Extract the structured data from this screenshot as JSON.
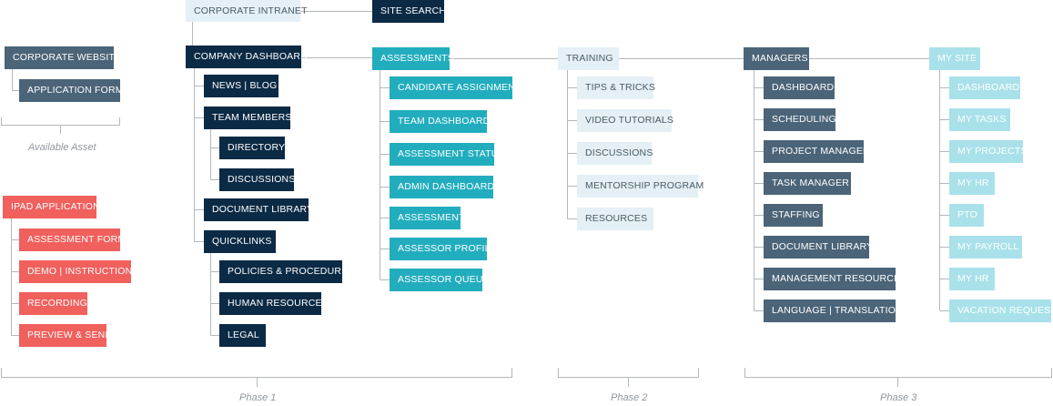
{
  "colors": {
    "navy": "#0b2a45",
    "slate": "#4b6478",
    "coral": "#f0605d",
    "teal": "#22adbe",
    "pale": "#e4f0f5",
    "cyan": "#a9e1ea",
    "line": "#b3b8bc"
  },
  "nodes": {
    "corporate_intranet": "CORPORATE INTRANET",
    "site_search": "SITE SEARCH",
    "corporate_website": "CORPORATE WEBSITE",
    "application_form": "APPLICATION FORM",
    "ipad_application": "IPAD APPLICATION",
    "assessment_form": "ASSESSMENT FORM",
    "demo_instructions": "DEMO | INSTRUCTIONS",
    "recording": "RECORDING",
    "preview_send": "PREVIEW & SEND",
    "company_dashboard": "COMPANY DASHBOARD",
    "news_blog": "NEWS | BLOG",
    "team_members": "TEAM MEMBERS",
    "directory": "DIRECTORY",
    "discussions_team": "DISCUSSIONS",
    "document_library_company": "DOCUMENT LIBRARY",
    "quicklinks": "QUICKLINKS",
    "policies_procedures": "POLICIES & PROCEDURES",
    "human_resources": "HUMAN RESOURCES",
    "legal": "LEGAL",
    "assessments": "ASSESSMENTS",
    "candidate_assignment": "CANDIDATE ASSIGNMENT",
    "team_dashboard": "TEAM DASHBOARD",
    "assessment_status": "ASSESSMENT STATUS",
    "admin_dashboard": "ADMIN DASHBOARD",
    "assessment": "ASSESSMENT",
    "assessor_profile": "ASSESSOR PROFILE",
    "assessor_queue": "ASSESSOR QUEUE",
    "training": "TRAINING",
    "tips_tricks": "TIPS & TRICKS",
    "video_tutorials": "VIDEO TUTORIALS",
    "discussions_training": "DISCUSSIONS",
    "mentorship_program": "MENTORSHIP PROGRAM",
    "resources": "RESOURCES",
    "managers": "MANAGERS",
    "dashboard_managers": "DASHBOARD",
    "scheduling": "SCHEDULING",
    "project_manager": "PROJECT MANAGER",
    "task_manager": "TASK MANAGER",
    "staffing": "STAFFING",
    "document_library_managers": "DOCUMENT LIBRARY",
    "management_resources": "MANAGEMENT RESOURCES",
    "language_translation": "LANGUAGE | TRANSLATION",
    "my_site": "MY SITE",
    "dashboard_mysite": "DASHBOARD",
    "my_tasks": "MY TASKS",
    "my_projects": "MY PROJECTS",
    "my_hr_1": "MY HR",
    "pto": "PTO",
    "my_payroll": "MY PAYROLL",
    "my_hr_2": "MY HR",
    "vacation_request": "VACATION REQUEST"
  },
  "captions": {
    "available_asset": "Available Asset",
    "phase_1": "Phase 1",
    "phase_2": "Phase 2",
    "phase_3": "Phase 3"
  }
}
